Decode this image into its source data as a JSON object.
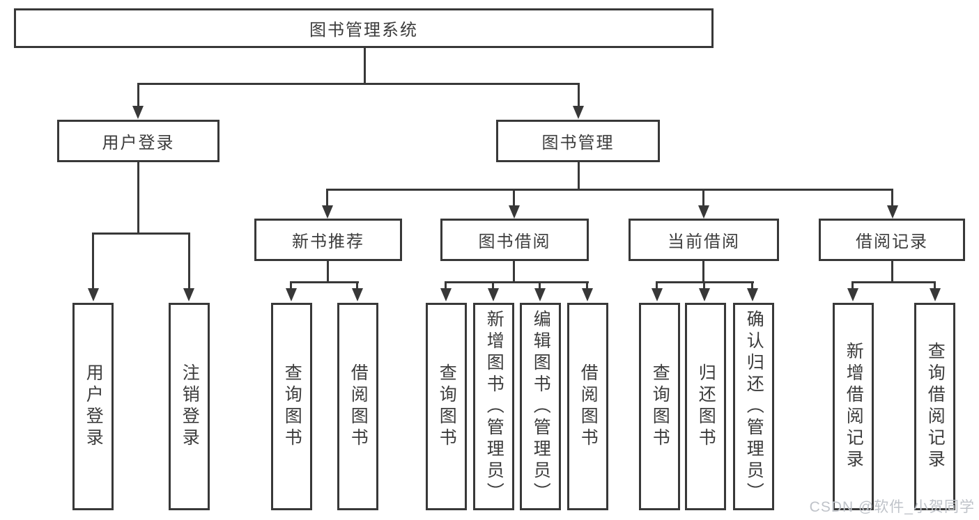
{
  "diagram": {
    "root": {
      "label": "图书管理系统"
    },
    "level2": [
      {
        "label": "用户登录"
      },
      {
        "label": "图书管理"
      }
    ],
    "level3": [
      {
        "label": "新书推荐"
      },
      {
        "label": "图书借阅"
      },
      {
        "label": "当前借阅"
      },
      {
        "label": "借阅记录"
      }
    ],
    "leaves": [
      {
        "label": "用户登录"
      },
      {
        "label": "注销登录"
      },
      {
        "label": "查询图书"
      },
      {
        "label": "借阅图书"
      },
      {
        "label": "查询图书"
      },
      {
        "label": "新增图书（管理员）"
      },
      {
        "label": "编辑图书（管理员）"
      },
      {
        "label": "借阅图书"
      },
      {
        "label": "查询图书"
      },
      {
        "label": "归还图书"
      },
      {
        "label": "确认归还（管理员）"
      },
      {
        "label": "新增借阅记录"
      },
      {
        "label": "查询借阅记录"
      }
    ]
  },
  "watermark": {
    "text": "CSDN @软件_小贺同学"
  },
  "colors": {
    "line": "#383838",
    "text": "#3c3c3c",
    "watermark": "#bfc3c9",
    "background": "#ffffff"
  }
}
